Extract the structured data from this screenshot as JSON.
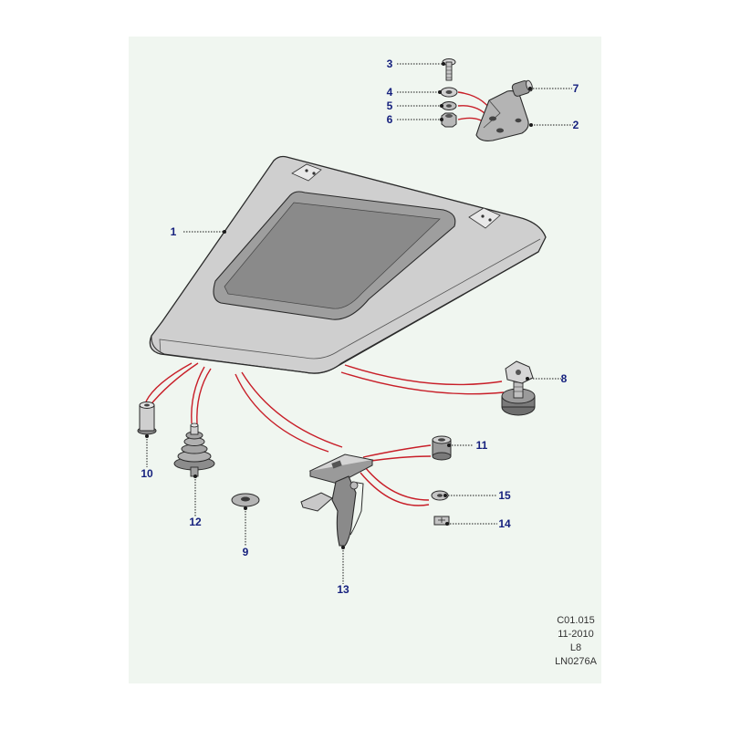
{
  "callouts": [
    "1",
    "2",
    "3",
    "4",
    "5",
    "6",
    "7",
    "8",
    "9",
    "10",
    "11",
    "12",
    "13",
    "14",
    "15"
  ],
  "meta": {
    "figure_code": "C01.015",
    "date": "11-2010",
    "model": "L8",
    "drawing_number": "LN0276A"
  },
  "colors": {
    "panel_background": "#f0f6f0",
    "callout_text": "#16217e",
    "leader_red": "#c81e28",
    "outline": "#2a2a2a",
    "part_fill": "#b4b4b4",
    "part_dark": "#6e6e6e"
  }
}
